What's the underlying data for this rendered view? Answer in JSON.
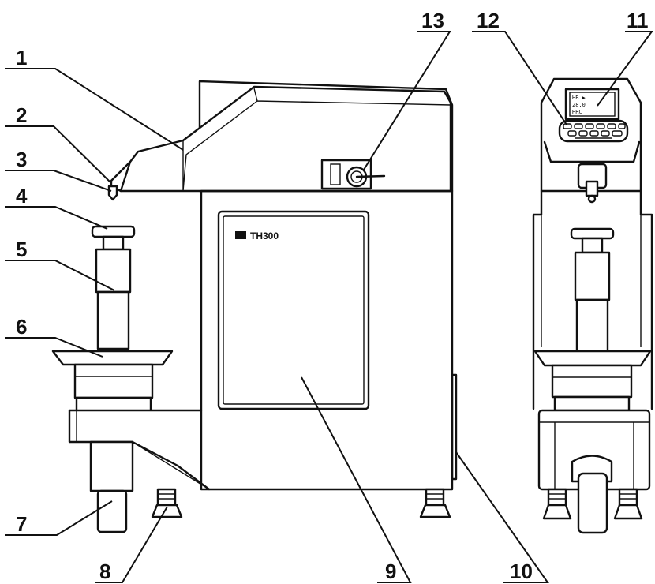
{
  "model_label": "TH300",
  "display_text": {
    "line1": "HB  ▶",
    "line2": "28.0",
    "line3": "HRC"
  },
  "callouts": [
    {
      "id": "1",
      "label": "1"
    },
    {
      "id": "2",
      "label": "2"
    },
    {
      "id": "3",
      "label": "3"
    },
    {
      "id": "4",
      "label": "4"
    },
    {
      "id": "5",
      "label": "5"
    },
    {
      "id": "6",
      "label": "6"
    },
    {
      "id": "7",
      "label": "7"
    },
    {
      "id": "8",
      "label": "8"
    },
    {
      "id": "9",
      "label": "9"
    },
    {
      "id": "10",
      "label": "10"
    },
    {
      "id": "11",
      "label": "11"
    },
    {
      "id": "12",
      "label": "12"
    },
    {
      "id": "13",
      "label": "13"
    }
  ]
}
